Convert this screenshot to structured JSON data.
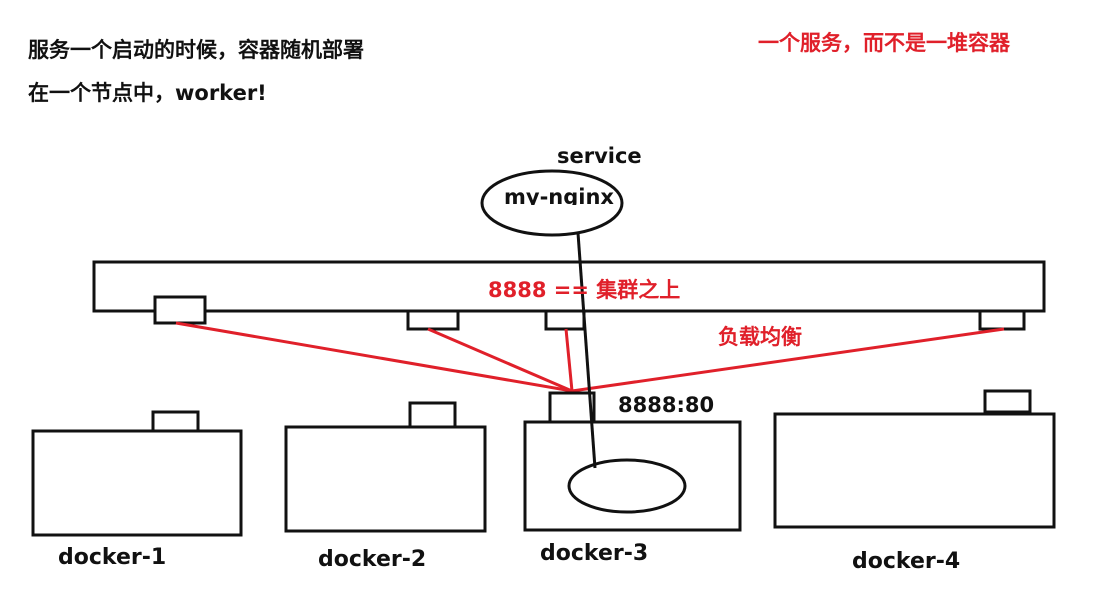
{
  "notes": {
    "line1": "服务一个启动的时候，容器随机部署",
    "line2": "在一个节点中，worker!",
    "highlight": "一个服务，而不是一堆容器"
  },
  "service": {
    "label": "service",
    "name": "my-nginx"
  },
  "cluster": {
    "port_label": "8888 == 集群之上",
    "load_balance_label": "负载均衡"
  },
  "port_mapping": "8888:80",
  "nodes": [
    {
      "name": "docker-1"
    },
    {
      "name": "docker-2"
    },
    {
      "name": "docker-3"
    },
    {
      "name": "docker-4"
    }
  ],
  "colors": {
    "stroke": "#111111",
    "accent": "#e0202a",
    "background": "#ffffff"
  }
}
